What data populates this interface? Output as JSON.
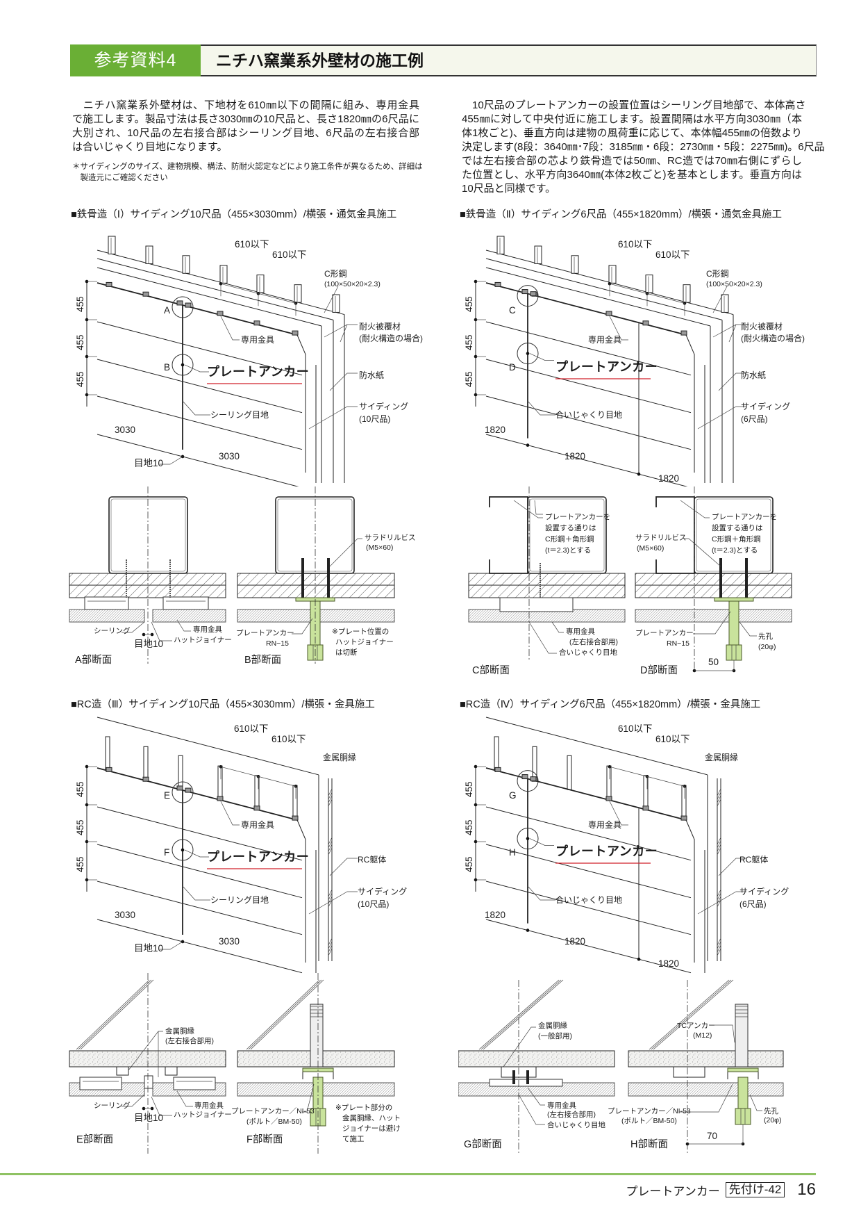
{
  "header": {
    "badge": "参考資料4",
    "title": "ニチハ窯業系外壁材の施工例"
  },
  "intro": {
    "left_lines": [
      "　ニチハ窯業系外壁材は、下地材を610㎜以下の間隔に組み、専用金具",
      "で施工します。製品寸法は長さ3030㎜の10尺品と、長さ1820㎜の6尺品に",
      "大別され、10尺品の左右接合部はシーリング目地、6尺品の左右接合部",
      "は合いじゃくり目地になります。"
    ],
    "note_lines": [
      "＊サイディングのサイズ、建物規模、構法、防耐火認定などにより施工条件が異なるため、詳細は",
      "　製造元にご確認ください"
    ],
    "right_lines": [
      "　10尺品のプレートアンカーの設置位置はシーリング目地部で、本体高さ",
      "455㎜に対して中央付近に施工します。設置間隔は水平方向3030㎜（本",
      "体1枚ごと)、垂直方向は建物の風荷重に応じて、本体幅455㎜の倍数より",
      "決定します(8段：3640㎜･7段：3185㎜・6段：2730㎜・5段：2275㎜)。6尺品",
      "では左右接合部の芯より鉄骨造では50㎜、RC造では70㎜右側にずらし",
      "た位置とし、水平方向3640㎜(本体2枚ごと)を基本とします。垂直方向は",
      "10尺品と同様です。"
    ]
  },
  "panels": {
    "p1": {
      "heading": "■鉄骨造（Ⅰ）サイディング10尺品（455×3030mm）/横張・通気金具施工",
      "dim610a": "610以下",
      "dim610b": "610以下",
      "frame": "C形鋼",
      "frame_spec": "(100×50×20×2.3)",
      "mark1": "A",
      "mark2": "B",
      "bracket": "専用金具",
      "anchor": "プレートアンカー",
      "fire": "耐火被覆材",
      "fire_note": "(耐火構造の場合)",
      "paper": "防水紙",
      "siding": "サイディング",
      "siding_size": "(10尺品)",
      "joint": "シーリング目地",
      "len1": "3030",
      "len2": "3030",
      "gap": "目地10",
      "h1": "455",
      "h2": "455",
      "h3": "455"
    },
    "p2": {
      "heading": "■鉄骨造（Ⅱ）サイディング6尺品（455×1820mm）/横張・通気金具施工",
      "dim610a": "610以下",
      "dim610b": "610以下",
      "frame": "C形鋼",
      "frame_spec": "(100×50×20×2.3)",
      "mark1": "C",
      "mark2": "D",
      "bracket": "専用金具",
      "anchor": "プレートアンカー",
      "fire": "耐火被覆材",
      "fire_note": "(耐火構造の場合)",
      "paper": "防水紙",
      "siding": "サイディング",
      "siding_size": "(6尺品)",
      "joint": "合いじゃくり目地",
      "len1": "1820",
      "len2": "1820",
      "len3": "1820",
      "h1": "455",
      "h2": "455",
      "h3": "455"
    },
    "p3": {
      "heading": "■RC造（Ⅲ）サイディング10尺品（455×3030mm）/横張・金具施工",
      "dim610a": "610以下",
      "dim610b": "610以下",
      "frame": "金属胴縁",
      "mark1": "E",
      "mark2": "F",
      "bracket": "専用金具",
      "anchor": "プレートアンカー",
      "rc": "RC躯体",
      "siding": "サイディング",
      "siding_size": "(10尺品)",
      "joint": "シーリング目地",
      "len1": "3030",
      "len2": "3030",
      "gap": "目地10",
      "h1": "455",
      "h2": "455",
      "h3": "455"
    },
    "p4": {
      "heading": "■RC造（Ⅳ）サイディング6尺品（455×1820mm）/横張・金具施工",
      "dim610a": "610以下",
      "dim610b": "610以下",
      "frame": "金属胴縁",
      "mark1": "G",
      "mark2": "H",
      "bracket": "専用金具",
      "anchor": "プレートアンカー",
      "rc": "RC躯体",
      "siding": "サイディング",
      "siding_size": "(6尺品)",
      "joint": "合いじゃくり目地",
      "len1": "1820",
      "len2": "1820",
      "len3": "1820",
      "h1": "455",
      "h2": "455",
      "h3": "455"
    }
  },
  "sections": {
    "s1": {
      "screw": "サラドリルビス",
      "screw_spec": "(M5×60)",
      "sealing": "シーリング",
      "gap": "目地10",
      "bracket": "専用金具",
      "hat": "ハットジョイナー",
      "anchor": "プレートアンカー",
      "anchor_model": "RN−15",
      "note1": "※プレート位置の",
      "note2": "ハットジョイナー",
      "note3": "は切断",
      "cap_left": "A部断面",
      "cap_right": "B部断面"
    },
    "s2": {
      "c1": "プレートアンカーを",
      "c2": "設置する通りは",
      "c3": "C形鋼＋角形鋼",
      "c4": "(t＝2.3)とする",
      "bracket": "専用金具",
      "bracket_note": "(左右接合部用)",
      "joint": "合いじゃくり目地",
      "screw": "サラドリルビス",
      "screw_spec": "(M5×60)",
      "anchor": "プレートアンカー",
      "anchor_model": "RN−15",
      "hole": "先孔",
      "hole_size": "(20φ)",
      "offset": "50",
      "cap_left": "C部断面",
      "cap_right": "D部断面"
    },
    "s3": {
      "furring": "金属胴縁",
      "furring_note": "(左右接合部用)",
      "sealing": "シーリング",
      "gap": "目地10",
      "bracket": "専用金具",
      "hat": "ハットジョイナー",
      "anchor": "プレートアンカー／NI-53",
      "bolt": "(ボルト／BM-50)",
      "note1": "※プレート部分の",
      "note2": "金属胴縁、ハット",
      "note3": "ジョイナーは避け",
      "note4": "て施工",
      "cap_left": "E部断面",
      "cap_right": "F部断面"
    },
    "s4": {
      "furring": "金属胴縁",
      "furring_note": "(一般部用)",
      "bracket": "専用金具",
      "bracket_note": "(左右接合部用)",
      "joint": "合いじゃくり目地",
      "tc": "TCアンカー",
      "tc_spec": "(M12)",
      "anchor": "プレートアンカー／NI-53",
      "bolt": "(ボルト／BM-50)",
      "hole": "先孔",
      "hole_size": "(20φ)",
      "offset": "70",
      "cap_left": "G部断面",
      "cap_right": "H部断面"
    }
  },
  "footer": {
    "product": "プレートアンカー",
    "code": "先付け-42",
    "page": "16"
  },
  "colors": {
    "accent": "#6aaf35",
    "anchor_green": "#c9e39c",
    "underline": "#d0202a",
    "footer_line": "#8fc263"
  }
}
